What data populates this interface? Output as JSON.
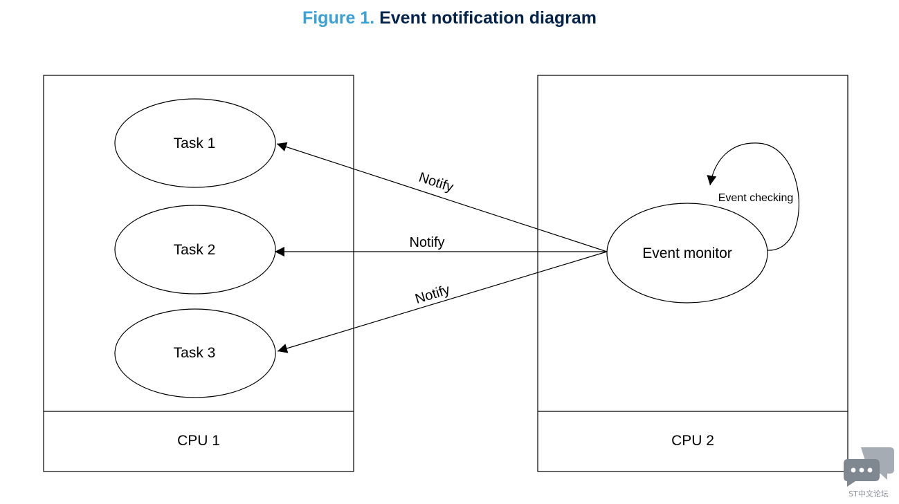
{
  "title": {
    "number": "Figure 1.",
    "name": "Event notification diagram"
  },
  "cpu1": {
    "label": "CPU 1",
    "tasks": [
      "Task 1",
      "Task 2",
      "Task 3"
    ]
  },
  "cpu2": {
    "label": "CPU 2",
    "monitor": "Event monitor",
    "loop_label": "Event checking"
  },
  "arrows": [
    "Notify",
    "Notify",
    "Notify"
  ],
  "watermark": {
    "icon": "chat-bubbles-icon",
    "text": "ST中文论坛"
  },
  "colors": {
    "title_number": "#3aa0d5",
    "title_name": "#03234b",
    "line": "#000000",
    "watermark": "#8a8f96"
  }
}
